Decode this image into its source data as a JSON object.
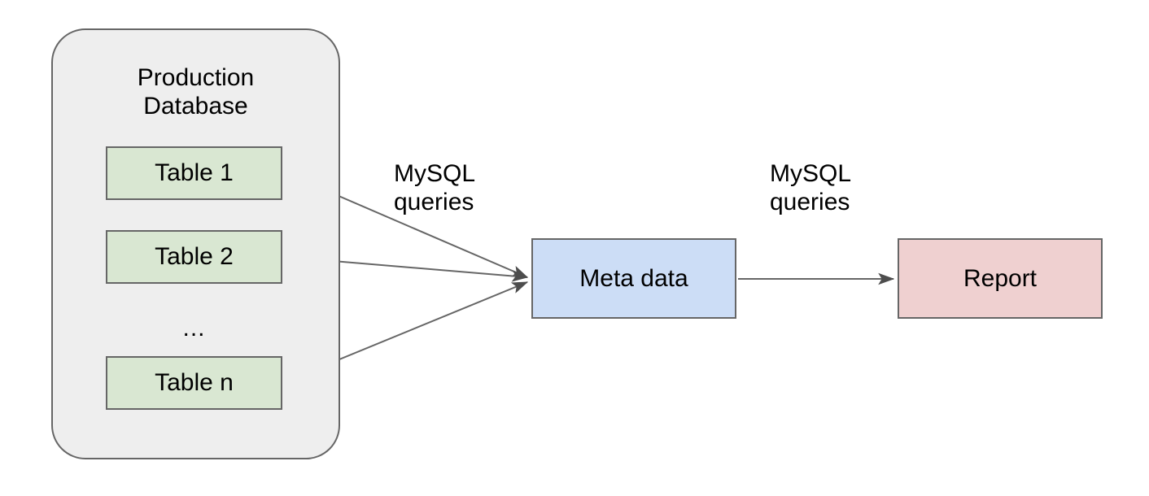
{
  "diagram": {
    "title_text": "Production Database",
    "background_color": "#ffffff",
    "stroke_color": "#666666",
    "text_color": "#000000"
  },
  "container": {
    "name": "Production Database",
    "label": "Production\nDatabase",
    "fill_color": "#eeeeee",
    "border_color": "#666666"
  },
  "tables": {
    "fill_color": "#d9e7d2",
    "items": [
      {
        "label": "Table 1"
      },
      {
        "label": "Table 2"
      },
      {
        "label": "Table n"
      }
    ],
    "ellipsis": "..."
  },
  "nodes": {
    "meta": {
      "label": "Meta data",
      "fill_color": "#ccddf6"
    },
    "report": {
      "label": "Report",
      "fill_color": "#efd0d0"
    }
  },
  "edges": {
    "labels": [
      {
        "id": "left",
        "text": "MySQL\nqueries"
      },
      {
        "id": "right",
        "text": "MySQL\nqueries"
      }
    ],
    "line_color": "#666666",
    "arrow_color": "#4d4d4d"
  }
}
